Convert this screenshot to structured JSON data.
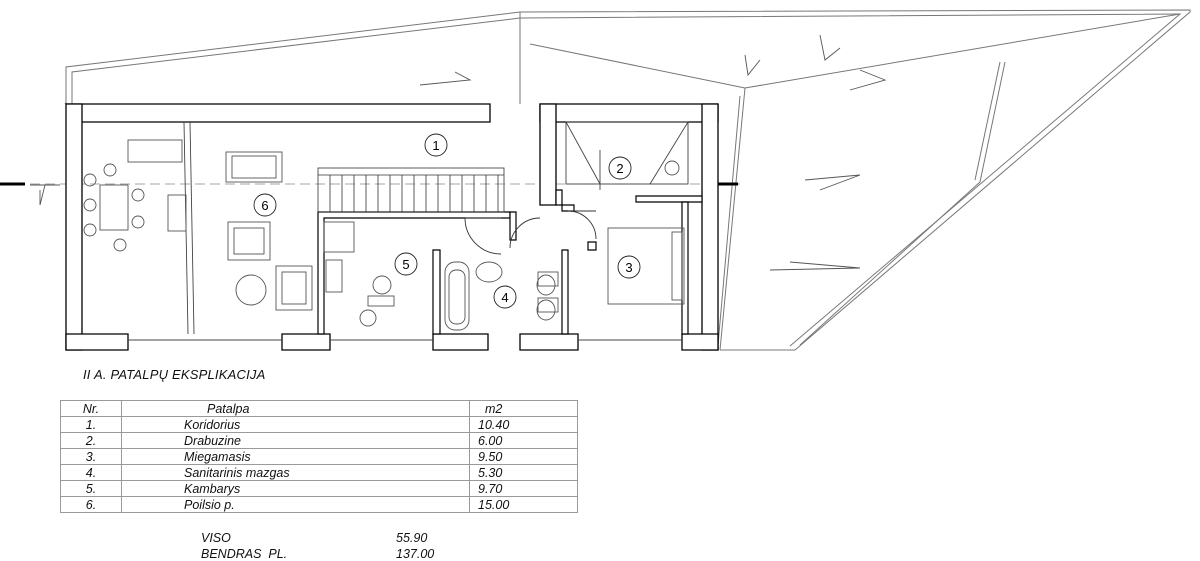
{
  "plan": {
    "room_numbers": [
      "1",
      "2",
      "3",
      "4",
      "5",
      "6"
    ]
  },
  "explication": {
    "title": "II A. PATALPŲ EKSPLIKACIJA",
    "headers": {
      "nr": "Nr.",
      "name": "Patalpa",
      "area": "m2"
    },
    "rows": [
      {
        "nr": "1.",
        "name": "Koridorius",
        "area": "10.40"
      },
      {
        "nr": "2.",
        "name": "Drabuzine",
        "area": "6.00"
      },
      {
        "nr": "3.",
        "name": "Miegamasis",
        "area": "9.50"
      },
      {
        "nr": "4.",
        "name": "Sanitarinis mazgas",
        "area": "5.30"
      },
      {
        "nr": "5.",
        "name": "Kambarys",
        "area": "9.70"
      },
      {
        "nr": "6.",
        "name": "Poilsio p.",
        "area": "15.00"
      }
    ],
    "totals": [
      {
        "label": "VISO",
        "value": "55.90"
      },
      {
        "label": "BENDRAS  PL.",
        "value": "137.00"
      }
    ]
  }
}
